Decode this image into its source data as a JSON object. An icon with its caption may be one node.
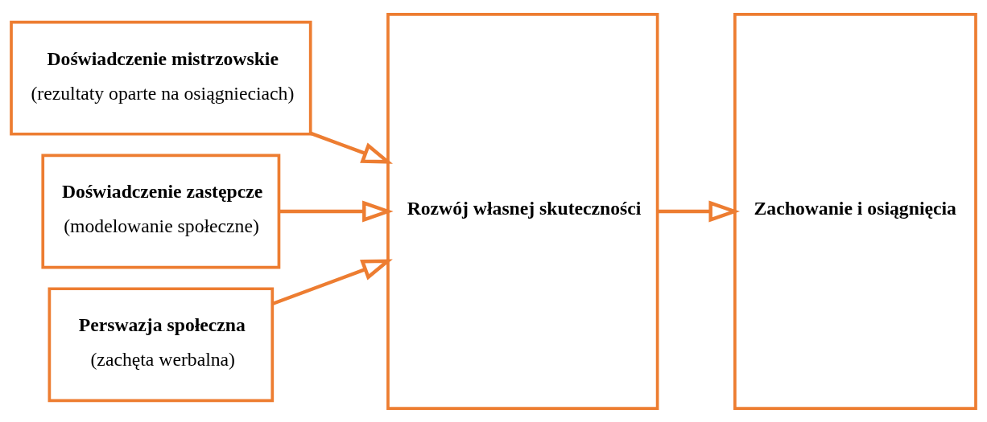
{
  "diagram": {
    "nodes": [
      {
        "text": [
          "Doświadczenie mistrzowskie",
          "(rezultaty oparte na osiągnieciach)"
        ]
      },
      {
        "text": [
          "Doświadczenie zastępcze",
          "(modelowanie społeczne)"
        ]
      },
      {
        "text": [
          "Perswazja społeczna",
          "(zachęta werbalna)"
        ]
      },
      {
        "text": [
          "Rozwój własnej skuteczności"
        ]
      },
      {
        "text": [
          "Zachowanie i osiągnięcia"
        ]
      }
    ],
    "edges": [
      {
        "from": 0,
        "to": 3,
        "arrow": "to"
      },
      {
        "from": 1,
        "to": 3,
        "arrow": "to"
      },
      {
        "from": 2,
        "to": 3,
        "arrow": "to"
      },
      {
        "from": 3,
        "to": 4,
        "arrow": "to"
      }
    ]
  }
}
